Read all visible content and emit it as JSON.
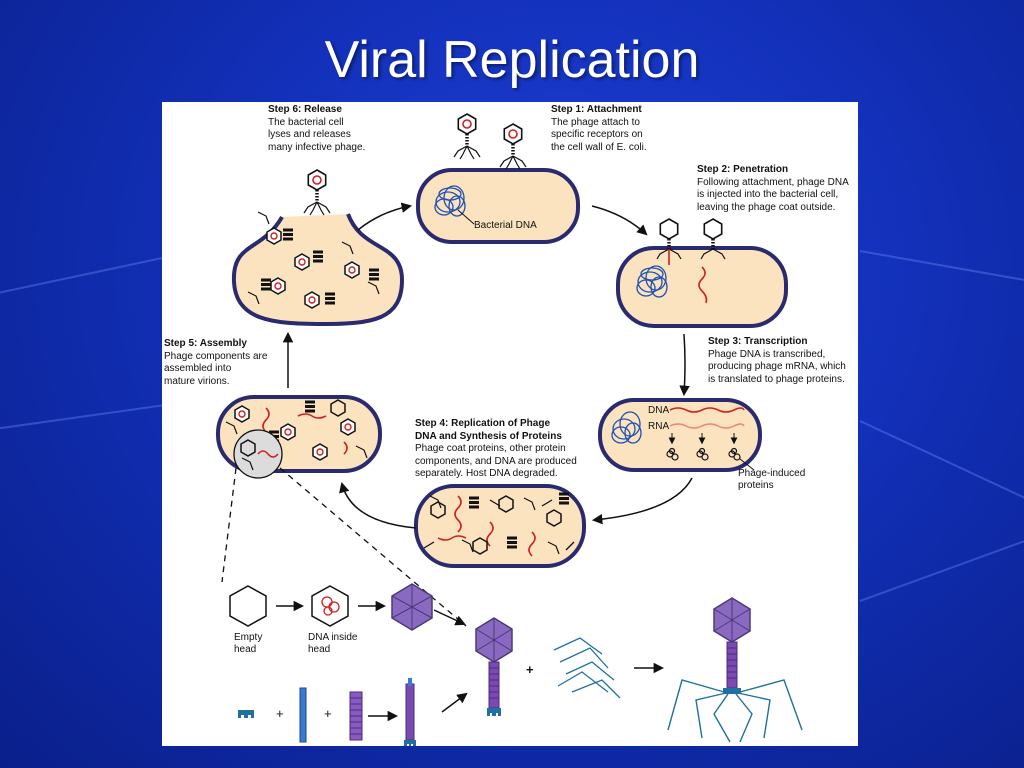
{
  "slide": {
    "title": "Viral Replication"
  },
  "steps": [
    {
      "id": "release",
      "heading": "Step 6: Release",
      "lines": [
        "The bacterial cell",
        "lyses and releases",
        "many infective phage."
      ]
    },
    {
      "id": "attachment",
      "heading": "Step 1: Attachment",
      "lines": [
        "The phage attach to",
        "specific receptors on",
        "the cell wall of E. coli."
      ]
    },
    {
      "id": "penetration",
      "heading": "Step 2: Penetration",
      "lines": [
        "Following attachment, phage DNA",
        "is injected into the bacterial cell,",
        "leaving the phage coat outside."
      ]
    },
    {
      "id": "transcription",
      "heading": "Step 3: Transcription",
      "lines": [
        "Phage DNA is transcribed,",
        "producing phage mRNA, which",
        "is translated to phage proteins."
      ]
    },
    {
      "id": "replication",
      "heading": "Step 4: Replication of Phage",
      "heading2": "DNA and Synthesis of Proteins",
      "lines": [
        "Phage coat proteins, other protein",
        "components, and DNA are produced",
        "separately. Host DNA degraded."
      ]
    },
    {
      "id": "assembly",
      "heading": "Step 5: Assembly",
      "lines": [
        "Phage components are",
        "assembled into",
        "mature virions."
      ]
    }
  ],
  "labels": {
    "bacterial_dna": "Bacterial DNA",
    "dna": "DNA",
    "rna": "RNA",
    "phage_induced_1": "Phage-induced",
    "phage_induced_2": "proteins",
    "empty_head_1": "Empty",
    "empty_head_2": "head",
    "dna_head_1": "DNA inside",
    "dna_head_2": "head",
    "plus": "+"
  },
  "colors": {
    "background": "#1230b8",
    "cell_fill": "#fbe3bf",
    "cell_outline": "#2a2a6e",
    "dna_blue": "#2050b0",
    "phage_red": "#d02020",
    "phage_purple": "#8a6ac0",
    "tail_blue": "#2070a0"
  }
}
